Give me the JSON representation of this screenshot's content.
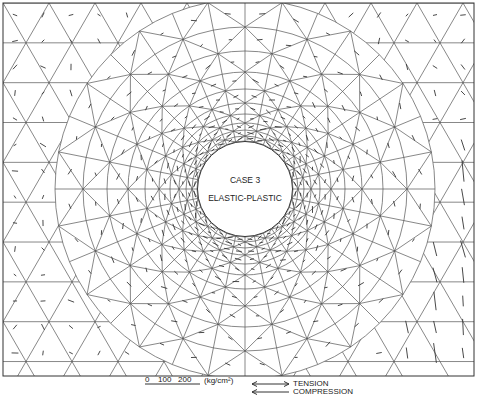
{
  "diagram": {
    "nodes": [
      {
        "text": [
          "CASE 3",
          "ELASTIC-PLASTIC"
        ]
      }
    ],
    "labels": [
      "0",
      "100",
      "200",
      "(kg/cm²)"
    ],
    "legend": [
      {
        "text": "TENSION"
      },
      {
        "text": "COMPRESSION"
      }
    ]
  }
}
